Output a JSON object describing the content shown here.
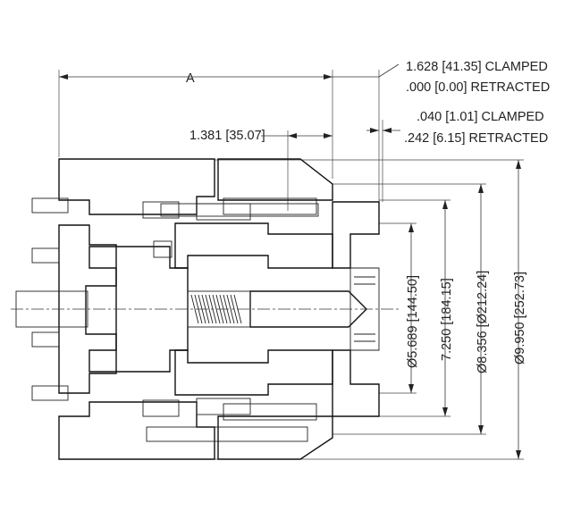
{
  "dimensions": {
    "a_label": "A",
    "travel_clamped": "1.628 [41.35] CLAMPED",
    "travel_retracted": ".000 [0.00] RETRACTED",
    "jaw_clamped": ".040 [1.01] CLAMPED",
    "jaw_retracted": ".242 [6.15] RETRACTED",
    "offset": "1.381 [35.07]",
    "dia_bore": "Ø5.689 [144.50]",
    "dia_bolt": "7.250 [184.15]",
    "dia_pilot": "Ø8.356 [Ø212.24]",
    "dia_outer": "Ø9.950 [252.73]"
  }
}
